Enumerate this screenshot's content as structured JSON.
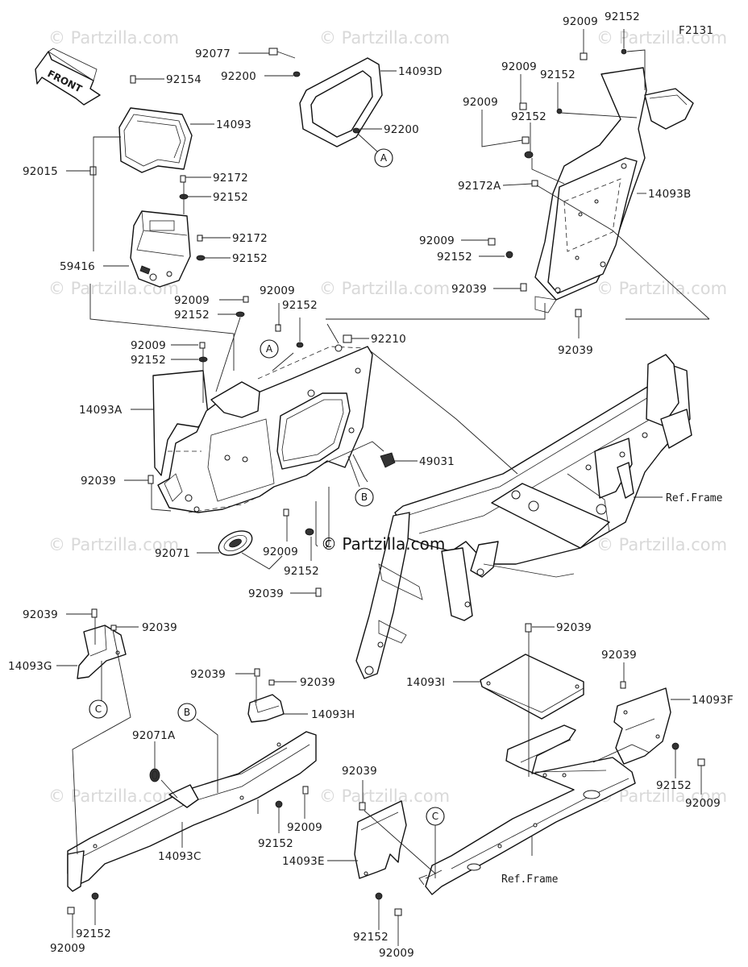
{
  "diagram_code": "F2131",
  "front_label": "FRONT",
  "center_watermark": "© Partzilla.com",
  "watermark_text": "© Partzilla.com",
  "callouts": {
    "a": "A",
    "b": "B",
    "c": "C"
  },
  "ref_frame_label": "Ref.Frame",
  "labels": {
    "p14093": "14093",
    "p14093A": "14093A",
    "p14093B": "14093B",
    "p14093C": "14093C",
    "p14093D": "14093D",
    "p14093E": "14093E",
    "p14093F": "14093F",
    "p14093G": "14093G",
    "p14093H": "14093H",
    "p14093I": "14093I",
    "p59416": "59416",
    "p49031": "49031",
    "p92015": "92015",
    "p92154": "92154",
    "p92077": "92077",
    "p92200": "92200",
    "p92172": "92172",
    "p92172A": "92172A",
    "p92152": "92152",
    "p92009": "92009",
    "p92039": "92039",
    "p92210": "92210",
    "p92071": "92071",
    "p92071A": "92071A"
  }
}
